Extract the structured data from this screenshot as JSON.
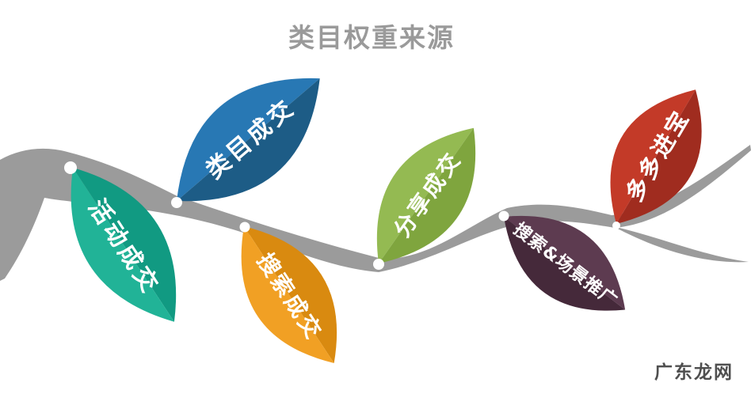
{
  "title": "类目权重来源",
  "watermark": "广东龙网",
  "colors": {
    "background": "#ffffff",
    "title_text": "#9a9a9a",
    "branch": "#9b9b9b",
    "node_dot": "#ffffff",
    "leaf_text": "#ffffff",
    "watermark_text": "#4f4f4f"
  },
  "leaves": [
    {
      "name": "category-deals",
      "label": "类目成交",
      "colors": {
        "light": "#2878b4",
        "dark": "#1d5c86"
      }
    },
    {
      "name": "activity-deals",
      "label": "活动成交",
      "colors": {
        "light": "#21b397",
        "dark": "#119a82"
      }
    },
    {
      "name": "search-deals",
      "label": "搜索成交",
      "colors": {
        "light": "#f1a024",
        "dark": "#d98a10"
      }
    },
    {
      "name": "share-deals",
      "label": "分享成交",
      "colors": {
        "light": "#94ba52",
        "dark": "#7fa53e"
      }
    },
    {
      "name": "search-scene-promotion",
      "label": "搜索&场景推广",
      "colors": {
        "light": "#5d3b50",
        "dark": "#45293a"
      }
    },
    {
      "name": "duoduo-jinbao",
      "label": "多多进宝",
      "colors": {
        "light": "#c33a28",
        "dark": "#a02c1f"
      }
    }
  ]
}
